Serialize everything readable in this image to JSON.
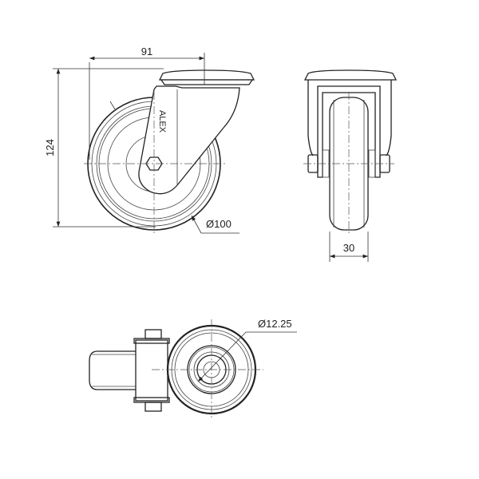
{
  "dimensions": {
    "width_offset": "91",
    "height": "124",
    "wheel_diameter": "Ø100",
    "wheel_width": "30",
    "bore_diameter": "Ø12.25"
  },
  "logo": "ALEX",
  "colors": {
    "line": "#222222",
    "background": "#ffffff"
  }
}
